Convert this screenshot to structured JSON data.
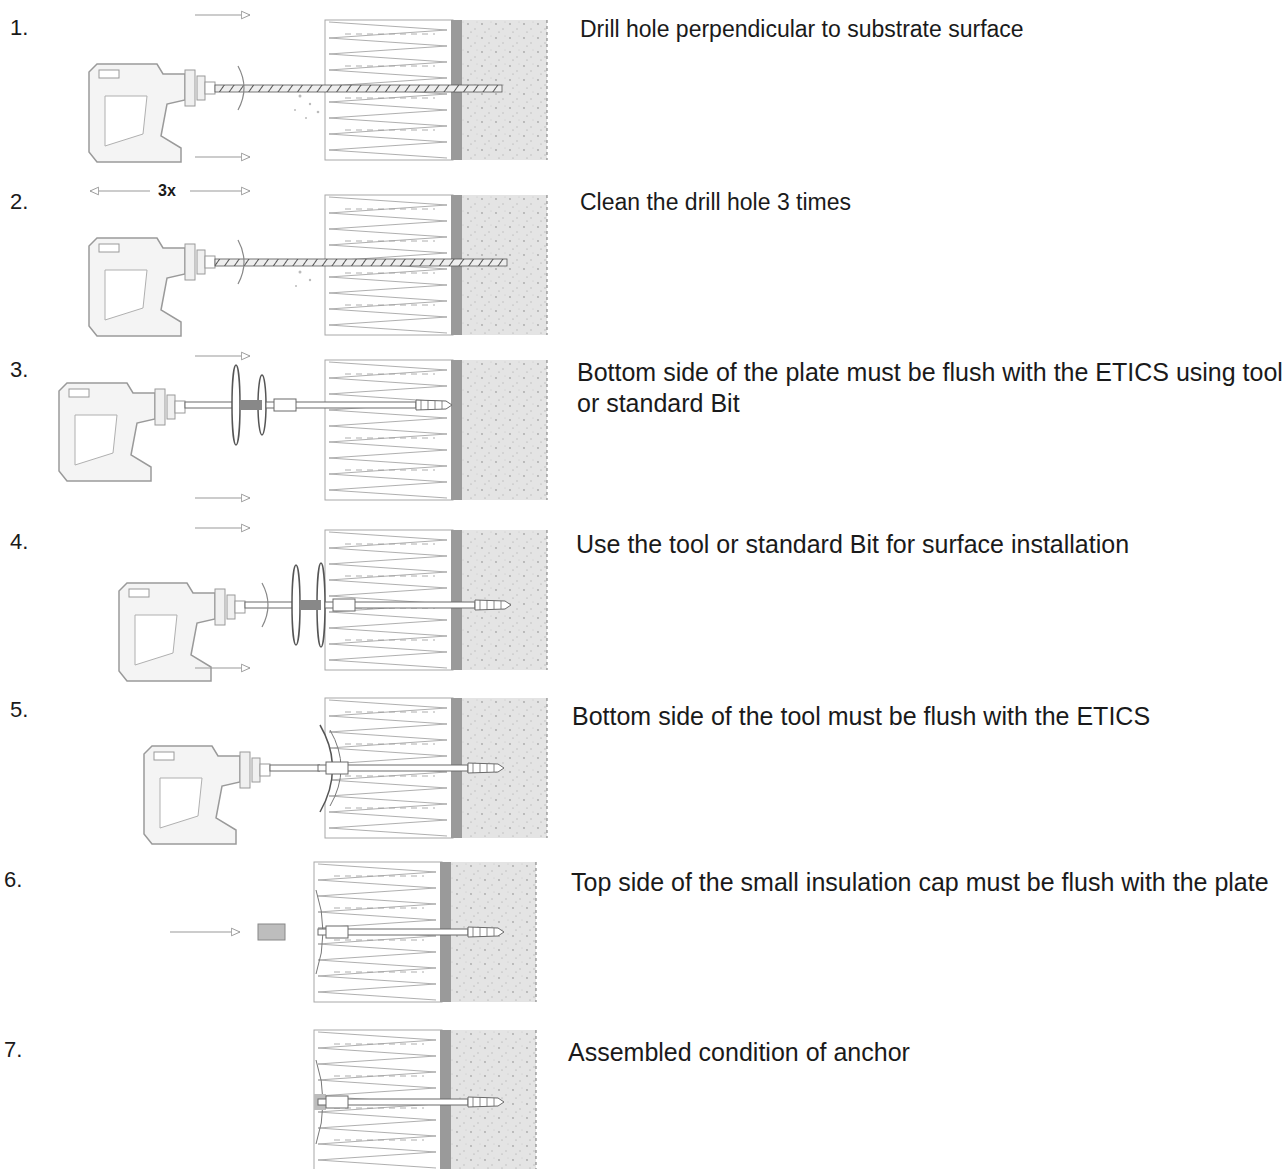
{
  "diagram": {
    "labels": [
      "1.",
      "Drill hole perpendicular to substrate surface",
      "2.",
      "3x",
      "Clean the drill hole 3 times",
      "3.",
      "Bottom side of the plate must be flush with the ETICS using tool or standard Bit",
      "4.",
      "Use the tool or standard Bit for surface installation",
      "5.",
      "Bottom side of the tool must be flush with the ETICS",
      "6.",
      "Top side of the small insulation cap must be flush with the plate",
      "7.",
      "Assembled condition of anchor"
    ]
  }
}
